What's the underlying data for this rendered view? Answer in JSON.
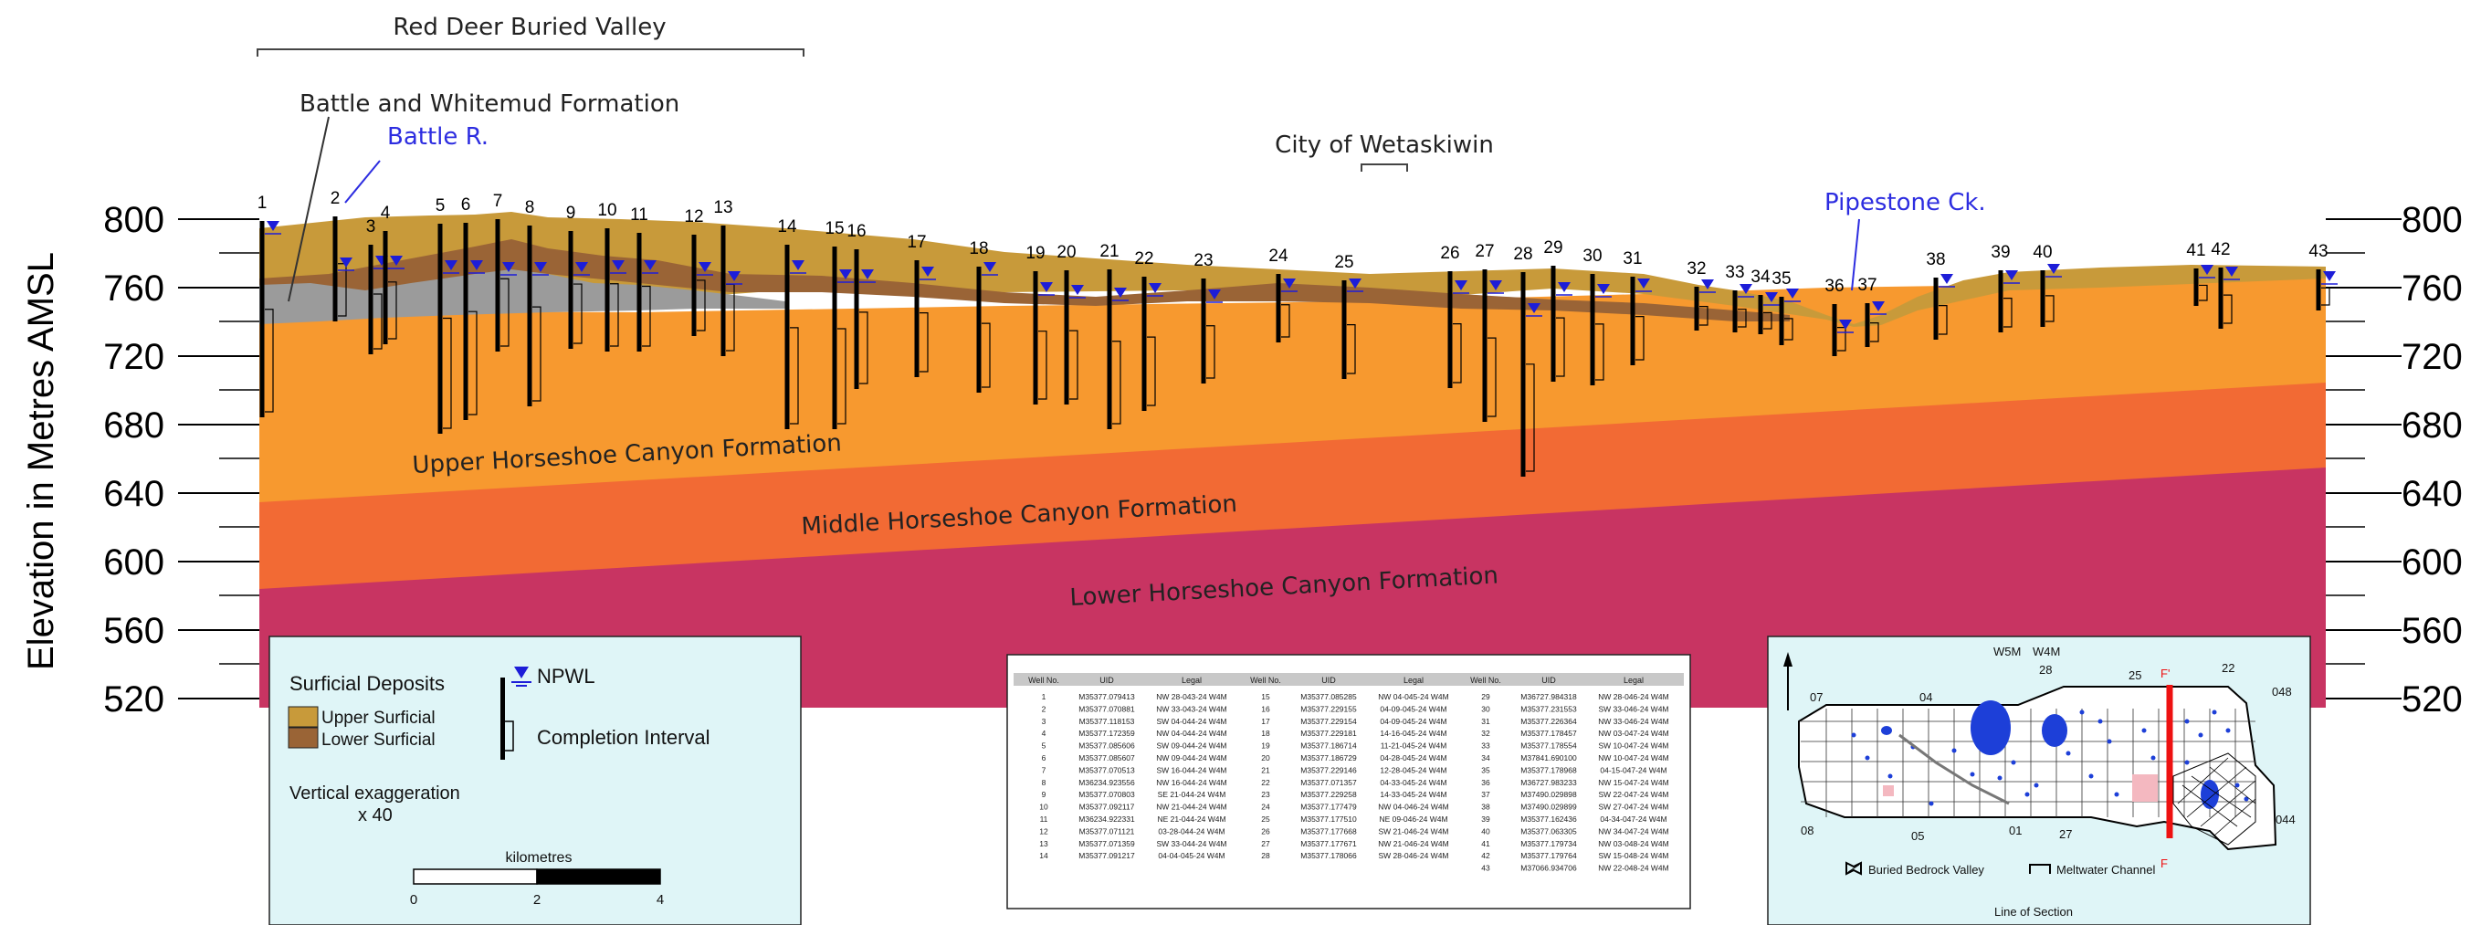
{
  "y_axis": {
    "title": "Elevation in Metres AMSL",
    "ticks": [
      "800",
      "760",
      "720",
      "680",
      "640",
      "600",
      "560",
      "520"
    ]
  },
  "header": {
    "buried_valley": "Red Deer Buried Valley",
    "battle_whitemud": "Battle and Whitemud Formation",
    "battle_river": "Battle R.",
    "wetaskiwin": "City of Wetaskiwin",
    "pipestone": "Pipestone Ck."
  },
  "formations": {
    "upper": "Upper Horseshoe Canyon Formation",
    "middle": "Middle Horseshoe Canyon Formation",
    "lower": "Lower Horseshoe Canyon Formation"
  },
  "wells": [
    "1",
    "2",
    "3",
    "4",
    "5",
    "6",
    "7",
    "8",
    "9",
    "10",
    "11",
    "12",
    "13",
    "14",
    "15",
    "16",
    "17",
    "18",
    "19",
    "20",
    "21",
    "22",
    "23",
    "24",
    "25",
    "26",
    "27",
    "28",
    "29",
    "30",
    "31",
    "32",
    "33",
    "34",
    "35",
    "36",
    "37",
    "38",
    "39",
    "40",
    "41",
    "42",
    "43"
  ],
  "legend": {
    "title": "Surficial Deposits",
    "upper": "Upper Surficial",
    "lower": "Lower Surficial",
    "npwl": "NPWL",
    "completion": "Completion Interval",
    "vert_line1": "Vertical exaggeration",
    "vert_line2": "x 40",
    "scale_label": "kilometres",
    "scale_ticks": [
      "0",
      "2",
      "4"
    ]
  },
  "well_table": {
    "headers": [
      "Well No.",
      "UID",
      "Legal",
      "Well No.",
      "UID",
      "Legal",
      "Well No.",
      "UID",
      "Legal"
    ],
    "rows": [
      [
        "1",
        "M35377.079413",
        "NW 28-043-24 W4M",
        "15",
        "M35377.085285",
        "NW 04-045-24 W4M",
        "29",
        "M36727.984318",
        "NW 28-046-24 W4M"
      ],
      [
        "2",
        "M35377.070881",
        "NW 33-043-24 W4M",
        "16",
        "M35377.229155",
        "04-09-045-24 W4M",
        "30",
        "M35377.231553",
        "SW 33-046-24 W4M"
      ],
      [
        "3",
        "M35377.118153",
        "SW 04-044-24 W4M",
        "17",
        "M35377.229154",
        "04-09-045-24 W4M",
        "31",
        "M35377.226364",
        "NW 33-046-24 W4M"
      ],
      [
        "4",
        "M35377.172359",
        "NW 04-044-24 W4M",
        "18",
        "M35377.229181",
        "14-16-045-24 W4M",
        "32",
        "M35377.178457",
        "NW 03-047-24 W4M"
      ],
      [
        "5",
        "M35377.085606",
        "SW 09-044-24 W4M",
        "19",
        "M35377.186714",
        "11-21-045-24 W4M",
        "33",
        "M35377.178554",
        "SW 10-047-24 W4M"
      ],
      [
        "6",
        "M35377.085607",
        "NW 09-044-24 W4M",
        "20",
        "M35377.186729",
        "04-28-045-24 W4M",
        "34",
        "M37841.690100",
        "NW 10-047-24 W4M"
      ],
      [
        "7",
        "M35377.070513",
        "SW 16-044-24 W4M",
        "21",
        "M35377.229146",
        "12-28-045-24 W4M",
        "35",
        "M35377.178968",
        "04-15-047-24 W4M"
      ],
      [
        "8",
        "M36234.923556",
        "NW 16-044-24 W4M",
        "22",
        "M35377.071357",
        "04-33-045-24 W4M",
        "36",
        "M36727.983233",
        "NW 15-047-24 W4M"
      ],
      [
        "9",
        "M35377.070803",
        "SE 21-044-24 W4M",
        "23",
        "M35377.229258",
        "14-33-045-24 W4M",
        "37",
        "M37490.029898",
        "SW 22-047-24 W4M"
      ],
      [
        "10",
        "M35377.092117",
        "NW 21-044-24 W4M",
        "24",
        "M35377.177479",
        "NW 04-046-24 W4M",
        "38",
        "M37490.029899",
        "SW 27-047-24 W4M"
      ],
      [
        "11",
        "M36234.922331",
        "NE 21-044-24 W4M",
        "25",
        "M35377.177510",
        "NE 09-046-24 W4M",
        "39",
        "M35377.162436",
        "04-34-047-24 W4M"
      ],
      [
        "12",
        "M35377.071121",
        "03-28-044-24 W4M",
        "26",
        "M35377.177668",
        "SW 21-046-24 W4M",
        "40",
        "M35377.063305",
        "NW 34-047-24 W4M"
      ],
      [
        "13",
        "M35377.071359",
        "SW 33-044-24 W4M",
        "27",
        "M35377.177671",
        "NW 21-046-24 W4M",
        "41",
        "M35377.179734",
        "NW 03-048-24 W4M"
      ],
      [
        "14",
        "M35377.091217",
        "04-04-045-24 W4M",
        "28",
        "M35377.178066",
        "SW 28-046-24 W4M",
        "42",
        "M35377.179764",
        "SW 15-048-24 W4M"
      ],
      [
        "",
        "",
        "",
        "",
        "",
        "",
        "43",
        "M37066.934706",
        "NW 22-048-24 W4M"
      ]
    ]
  },
  "map": {
    "title": "Line of Section",
    "w5m": "W5M",
    "w4m": "W4M",
    "f_prime": "F'",
    "f": "F",
    "numbers": [
      "28",
      "25",
      "22",
      "048",
      "07",
      "04",
      "044",
      "08",
      "05",
      "01",
      "27"
    ],
    "legend_bedrock": "Buried Bedrock Valley",
    "legend_meltwater": "Meltwater Channel"
  },
  "colors": {
    "upper_surficial": "#c89a3a",
    "lower_surficial": "#9a6436",
    "battle_whitemud": "#9b9b9b",
    "upper_hsc": "#f7992f",
    "middle_hsc": "#f26a34",
    "lower_hsc": "#c83462",
    "npwl": "#1d1dd8",
    "panel_bg": "#dff5f7"
  }
}
